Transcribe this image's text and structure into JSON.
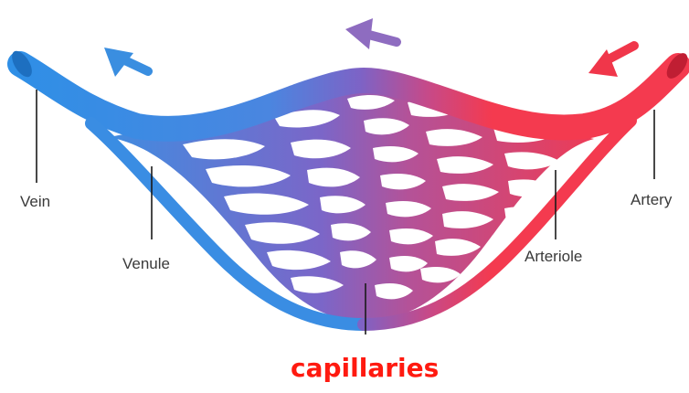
{
  "diagram": {
    "labels": {
      "vein": "Vein",
      "venule": "Venule",
      "arteriole": "Arteriole",
      "artery": "Artery",
      "capillaries": "capillaries"
    },
    "arrows": [
      {
        "name": "flow-arrow-left-icon",
        "color": "#3a8ee0"
      },
      {
        "name": "flow-arrow-middle-icon",
        "color": "#8e6cc0"
      },
      {
        "name": "flow-arrow-right-icon",
        "color": "#f0364a"
      }
    ],
    "colors": {
      "vein": "#2f8fe6",
      "artery": "#f43a4f",
      "capillary_mid": "#7d63c6",
      "capillaries_label": "#ff1a10"
    }
  }
}
